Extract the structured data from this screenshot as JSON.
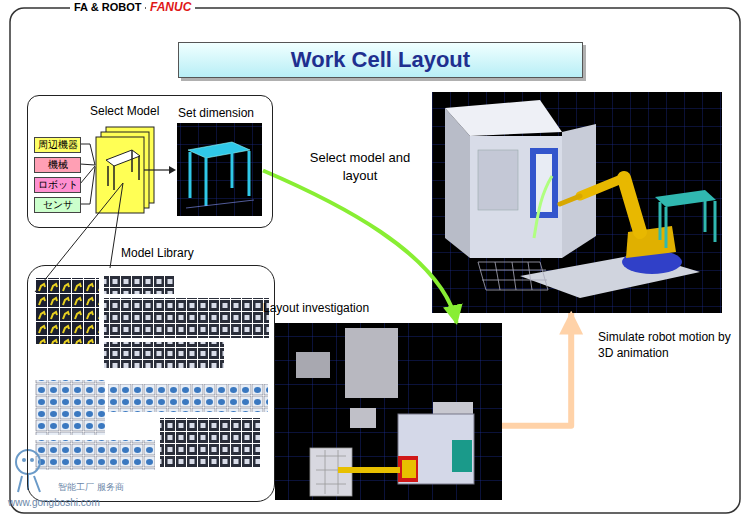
{
  "diagram": {
    "title": "Work Cell Layout",
    "nodes": [
      {
        "text": [
          "Select Model"
        ]
      },
      {
        "text": [
          "Set dimension"
        ],
        "in": 0
      },
      {
        "text": [
          "周辺機器"
        ],
        "in": 0
      },
      {
        "text": [
          "機械"
        ],
        "in": 0
      },
      {
        "text": [
          "ロボット"
        ],
        "in": 0
      },
      {
        "text": [
          "センサ"
        ],
        "in": 0
      },
      {
        "text": [
          "Model Library"
        ]
      },
      {
        "text": [
          "Layout investigation"
        ]
      },
      {
        "text": [
          "Simulate robot motion by 3D animation"
        ]
      }
    ],
    "edges": [
      {
        "from": 1,
        "to": 7,
        "arrow": "to",
        "label": "Select model and layout"
      },
      {
        "from": 7,
        "to": 8,
        "arrow": "to"
      }
    ],
    "labels": [
      "FA & ROBOT",
      "FANUC",
      "智能工厂 服务商",
      "www.gongboshi.com"
    ]
  }
}
